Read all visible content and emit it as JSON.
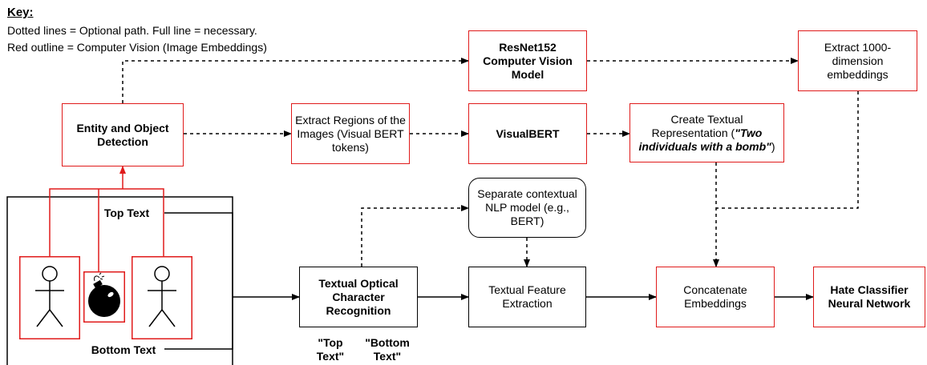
{
  "key": {
    "title": "Key:",
    "line1": "Dotted lines = Optional path. Full line = necessary.",
    "line2": "Red outline = Computer Vision (Image Embeddings)"
  },
  "nodes": {
    "resnet": "ResNet152 Computer Vision Model",
    "extract_embed": "Extract 1000-dimension embeddings",
    "entity": "Entity and Object Detection",
    "regions": "Extract Regions of the Images (Visual BERT tokens)",
    "visualbert": "VisualBERT",
    "textual_rep_prefix": "Create Textual Representation (",
    "textual_rep_quote": "\"Two individuals with a bomb\"",
    "textual_rep_suffix": ")",
    "nlp": "Separate contextual NLP model (e.g., BERT)",
    "ocr": "Textual Optical Character Recognition",
    "feature": "Textual Feature Extraction",
    "concat": "Concatenate Embeddings",
    "hate": "Hate Classifier Neural Network"
  },
  "meme": {
    "top_text": "Top Text",
    "bottom_text": "Bottom Text",
    "person_icon": "stick-figure-icon",
    "bomb_icon": "bomb-icon"
  },
  "ocr_outputs": {
    "top": "\"Top Text\"",
    "bottom": "\"Bottom Text\""
  },
  "colors": {
    "red_outline": "#e01b1b",
    "black": "#000000"
  }
}
